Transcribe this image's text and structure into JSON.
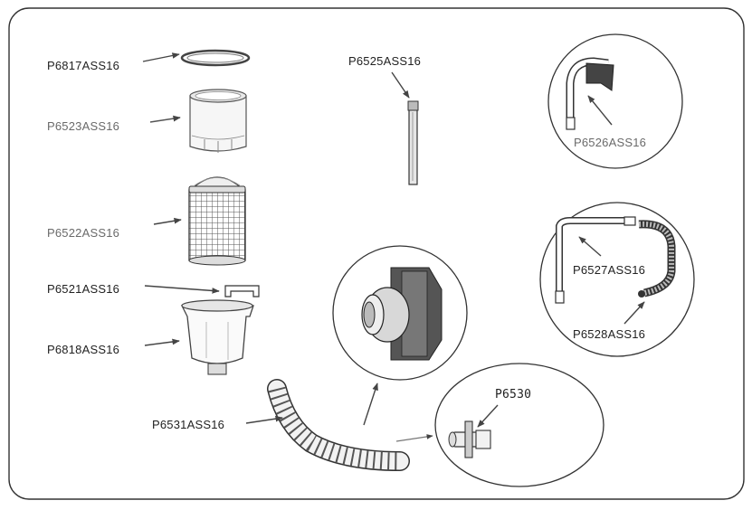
{
  "parts": [
    {
      "code": "P6817ASS16",
      "part": "o-ring"
    },
    {
      "code": "P6523ASS16",
      "part": "housing"
    },
    {
      "code": "P6522ASS16",
      "part": "filter-cartridge"
    },
    {
      "code": "P6521ASS16",
      "part": "clip"
    },
    {
      "code": "P6818ASS16",
      "part": "basket"
    },
    {
      "code": "P6531ASS16",
      "part": "hose"
    },
    {
      "code": "P6525ASS16",
      "part": "rod"
    },
    {
      "code": "P6526ASS16",
      "part": "hanger-hook"
    },
    {
      "code": "P6527ASS16",
      "part": "inner-bracket"
    },
    {
      "code": "P6528ASS16",
      "part": "outer-bracket"
    },
    {
      "code": "P6530",
      "part": "hose-connector"
    }
  ]
}
